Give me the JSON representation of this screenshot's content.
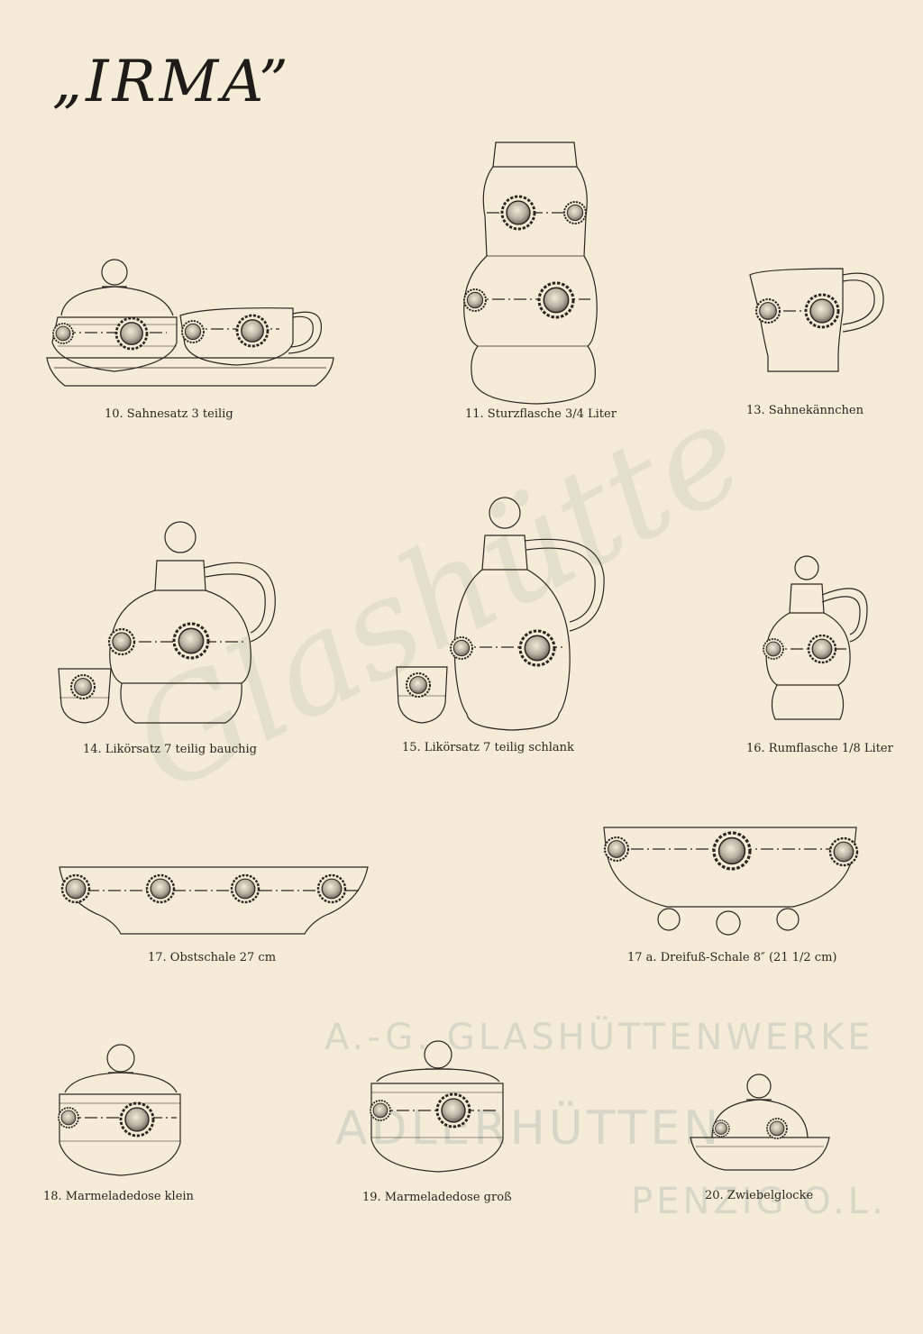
{
  "page": {
    "title": "„IRMA”"
  },
  "watermark": {
    "line1": "A.-G. GLASHÜTTENWERKE",
    "line2": "ADLERHÜTTEN",
    "line3": "PENZIG O.L.",
    "signature_text": "Glashütte"
  },
  "items": [
    {
      "caption": "10. Sahnesatz 3 teilig"
    },
    {
      "caption": "11. Sturzflasche 3/4 Liter"
    },
    {
      "caption": "13. Sahnekännchen"
    },
    {
      "caption": "14. Likörsatz 7 teilig bauchig"
    },
    {
      "caption": "15. Likörsatz 7 teilig schlank"
    },
    {
      "caption": "16. Rumflasche 1/8 Liter"
    },
    {
      "caption": "17. Obstschale 27 cm"
    },
    {
      "caption": "17 a. Dreifuß-Schale 8″ (21 1/2 cm)"
    },
    {
      "caption": "18. Marmeladedose klein"
    },
    {
      "caption": "19. Marmeladedose groß"
    },
    {
      "caption": "20. Zwiebelglocke"
    }
  ],
  "colors": {
    "paper": "#f4ecd6",
    "ink": "#2a2520",
    "watermark": "#d8d6c6"
  }
}
